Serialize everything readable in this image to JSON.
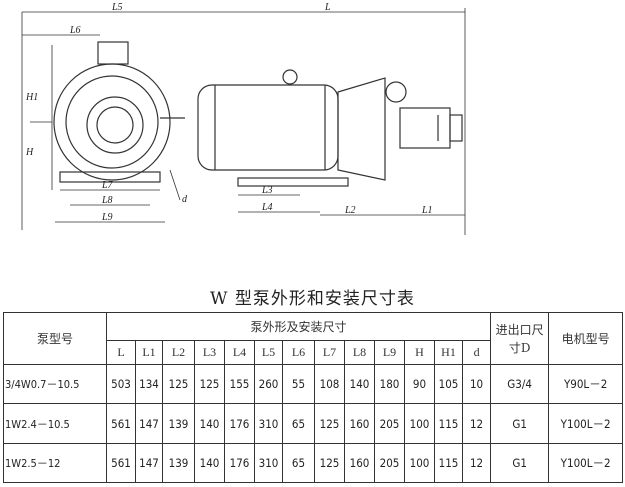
{
  "drawing": {
    "labels": {
      "L": "L",
      "L1": "L1",
      "L2": "L2",
      "L3": "L3",
      "L4": "L4",
      "L5": "L5",
      "L6": "L6",
      "L7": "L7",
      "L8": "L8",
      "L9": "L9",
      "H": "H",
      "H1": "H1",
      "d": "d"
    }
  },
  "table": {
    "title": "W 型泵外形和安装尺寸表",
    "headers": {
      "pump_model": "泵型号",
      "dimensions_group": "泵外形及安装尺寸",
      "inlet_outlet": "进出口尺寸D",
      "motor_model": "电机型号"
    },
    "dimension_columns": [
      "L",
      "L1",
      "L2",
      "L3",
      "L4",
      "L5",
      "L6",
      "L7",
      "L8",
      "L9",
      "H",
      "H1",
      "d"
    ],
    "rows": [
      {
        "model": "3/4W0.7－10.5",
        "values": [
          "503",
          "134",
          "125",
          "125",
          "155",
          "260",
          "55",
          "108",
          "140",
          "180",
          "90",
          "105",
          "10"
        ],
        "port": "G3/4",
        "motor": "Y90L－2"
      },
      {
        "model": "1W2.4－10.5",
        "values": [
          "561",
          "147",
          "139",
          "140",
          "176",
          "310",
          "65",
          "125",
          "160",
          "205",
          "100",
          "115",
          "12"
        ],
        "port": "G1",
        "motor": "Y100L－2"
      },
      {
        "model": "1W2.5－12",
        "values": [
          "561",
          "147",
          "139",
          "140",
          "176",
          "310",
          "65",
          "125",
          "160",
          "205",
          "100",
          "115",
          "12"
        ],
        "port": "G1",
        "motor": "Y100L－2"
      }
    ]
  }
}
